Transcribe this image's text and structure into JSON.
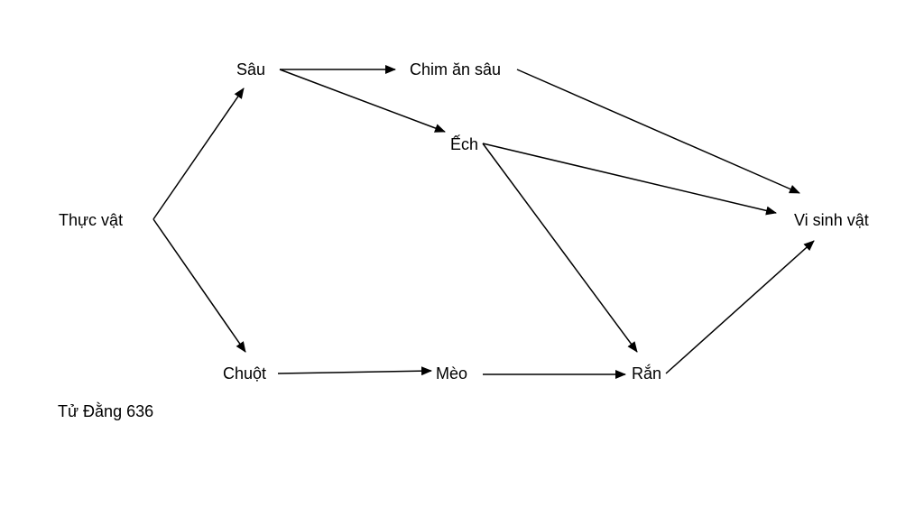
{
  "diagram": {
    "type": "food-web",
    "nodes": {
      "thuc_vat": "Thực vật",
      "sau": "Sâu",
      "chim_an_sau": "Chim ăn sâu",
      "ech": "Ếch",
      "vi_sinh_vat": "Vi sinh vật",
      "chuot": "Chuột",
      "meo": "Mèo",
      "ran": "Rắn"
    },
    "edges": [
      {
        "from": "thuc_vat",
        "to": "sau"
      },
      {
        "from": "thuc_vat",
        "to": "chuot"
      },
      {
        "from": "sau",
        "to": "chim_an_sau"
      },
      {
        "from": "sau",
        "to": "ech"
      },
      {
        "from": "chim_an_sau",
        "to": "vi_sinh_vat"
      },
      {
        "from": "ech",
        "to": "vi_sinh_vat"
      },
      {
        "from": "ech",
        "to": "ran"
      },
      {
        "from": "chuot",
        "to": "meo"
      },
      {
        "from": "meo",
        "to": "ran"
      },
      {
        "from": "ran",
        "to": "vi_sinh_vat"
      }
    ],
    "colors": {
      "line": "#000000",
      "text": "#000000",
      "background": "#ffffff"
    }
  },
  "credit": "Tử  Đằng 636"
}
